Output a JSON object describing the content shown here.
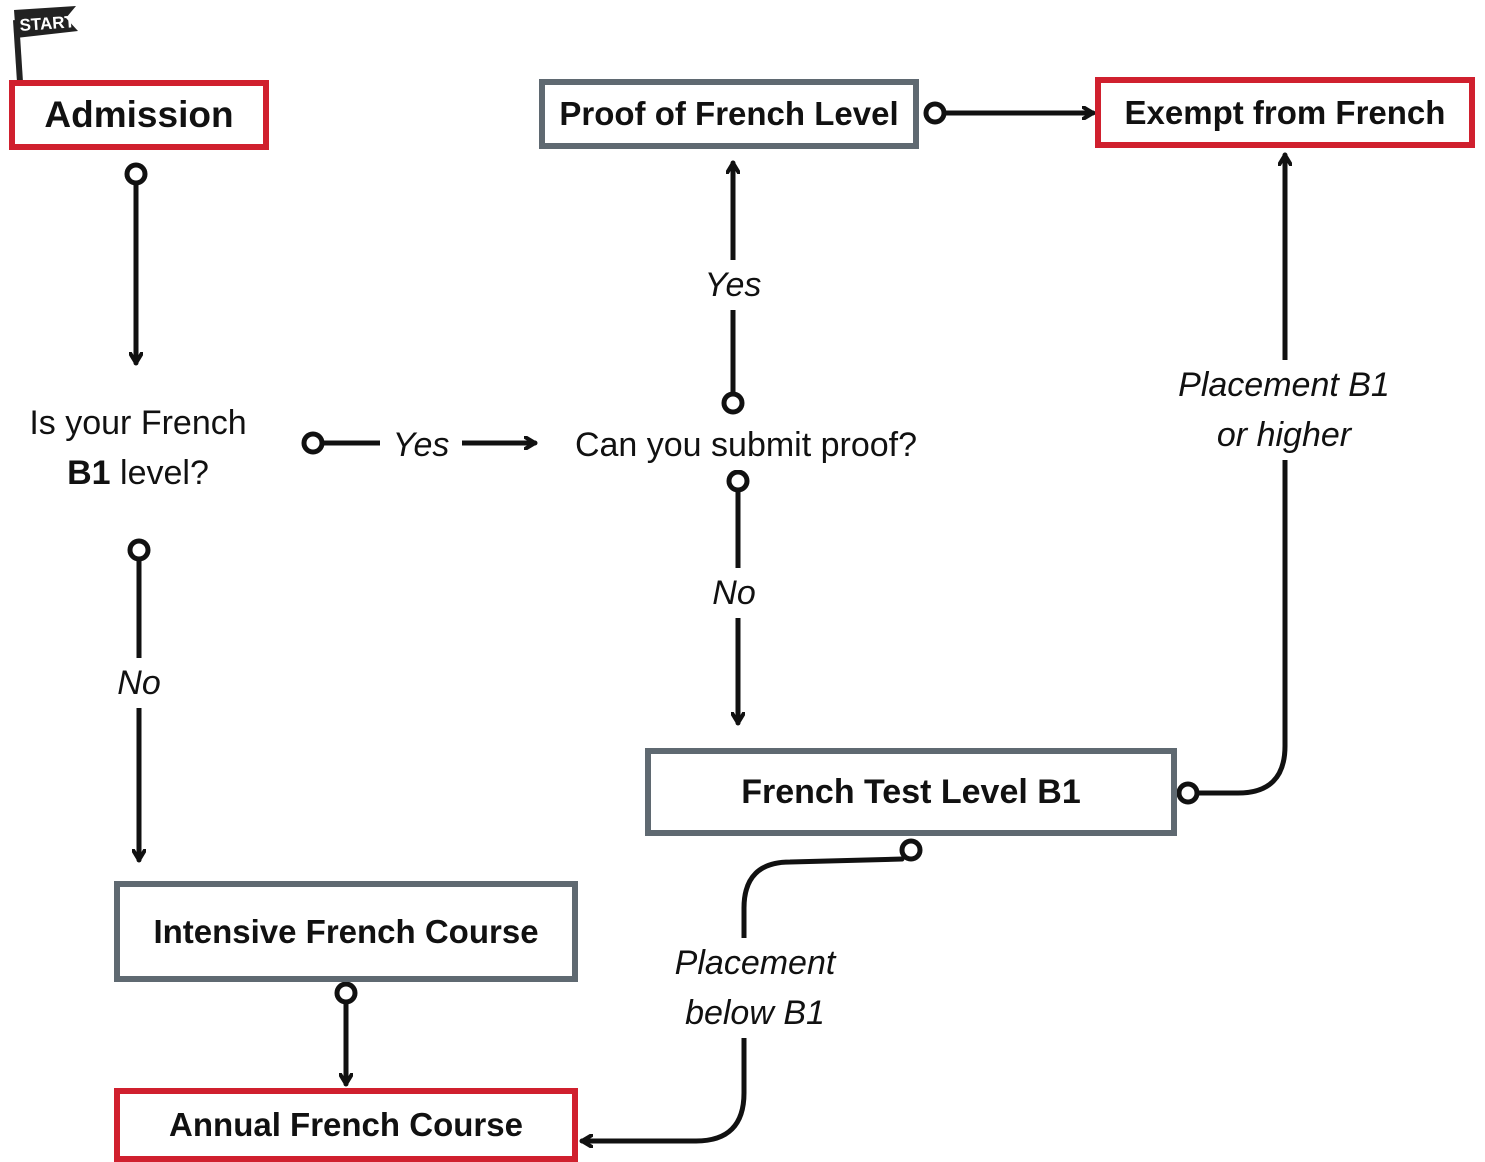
{
  "start_flag": {
    "label": "START"
  },
  "boxes": {
    "admission": "Admission",
    "proof_level": "Proof of French Level",
    "exempt": "Exempt from French",
    "test_b1": "French Test Level B1",
    "intensive": "Intensive French Course",
    "annual": "Annual French Course"
  },
  "questions": {
    "q1_line1": "Is your French",
    "q1_bold": "B1",
    "q1_rest": " level?",
    "q2": "Can you submit proof?"
  },
  "edge_labels": {
    "q1_yes": "Yes",
    "q1_no": "No",
    "q2_yes": "Yes",
    "q2_no": "No",
    "placement_high_1": "Placement B1",
    "placement_high_2": "or higher",
    "placement_low_1": "Placement",
    "placement_low_2": "below B1"
  },
  "colors": {
    "end_box_border": "#d0202e",
    "step_box_border": "#5f6971",
    "line": "#111111"
  }
}
